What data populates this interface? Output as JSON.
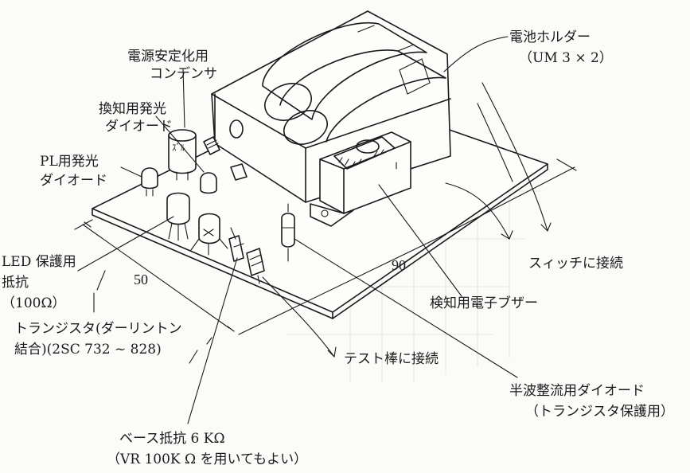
{
  "labels": {
    "battery_holder": "電池ホルダー",
    "battery_spec": "（UM 3 × 2）",
    "capacitor_line1": "電源安定化用",
    "capacitor_line2": "コンデンサ",
    "detect_led_line1": "換知用発光",
    "detect_led_line2": "ダイオード",
    "pl_led_line1": "PL用発光",
    "pl_led_line2": "ダイオード",
    "led_resistor_line1": "LED 保護用",
    "led_resistor_line2": "抵抗",
    "led_resistor_line3": "（100Ω）",
    "transistor_line1": "トランジスタ(ダーリントン",
    "transistor_line2": "結合)(2SC 732 ~ 828)",
    "switch_connect": "スィッチに接続",
    "buzzer": "検知用電子ブザー",
    "test_rod": "テスト棒に接続",
    "diode_line1": "半波整流用ダイオード",
    "diode_line2": "（トランジスタ保護用）",
    "base_resistor_line1": "ベース抵抗 6 KΩ",
    "base_resistor_line2": "（VR 100K Ω を用いてもよい）",
    "cap_marking": "ｽﾞﾙ"
  },
  "dimensions": {
    "width_mm": "50",
    "length_mm": "90"
  }
}
